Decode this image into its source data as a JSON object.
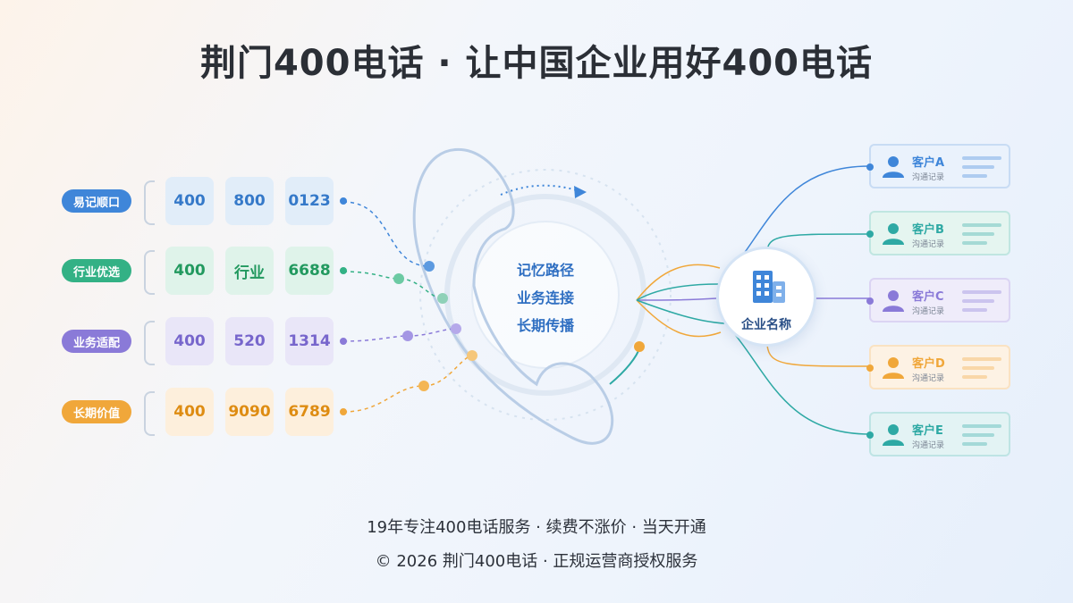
{
  "title": "荆门400电话 · 让中国企业用好400电话",
  "colors": {
    "blue": "#3f86d9",
    "green": "#33b185",
    "purple": "#8a7ad8",
    "orange": "#f0a73a",
    "teal": "#2ea9a4"
  },
  "rows": [
    {
      "label": "易记顺口",
      "numbers": [
        "400",
        "800",
        "0123"
      ],
      "color": "#3f86d9",
      "box_bg": "#e1edf9",
      "text_color": "#3579c9"
    },
    {
      "label": "行业优选",
      "numbers": [
        "400",
        "行业",
        "6688"
      ],
      "color": "#33b185",
      "box_bg": "#dff3ea",
      "text_color": "#22995f"
    },
    {
      "label": "业务适配",
      "numbers": [
        "400",
        "520",
        "1314"
      ],
      "color": "#8a7ad8",
      "box_bg": "#e9e6f8",
      "text_color": "#7766cc"
    },
    {
      "label": "长期价值",
      "numbers": [
        "400",
        "9090",
        "6789"
      ],
      "color": "#f0a73a",
      "box_bg": "#fdefdc",
      "text_color": "#de8c12"
    }
  ],
  "center": [
    "记忆路径",
    "业务连接",
    "长期传播"
  ],
  "hub": {
    "label": "企业名称",
    "icon": "building-icon"
  },
  "customers": [
    {
      "name": "客户A",
      "sub": "沟通记录",
      "color": "#3f86d9",
      "bg": "#eaf2fc"
    },
    {
      "name": "客户B",
      "sub": "沟通记录",
      "color": "#2ea9a4",
      "bg": "#e5f5f0"
    },
    {
      "name": "客户C",
      "sub": "沟通记录",
      "color": "#8a7ad8",
      "bg": "#efecfa"
    },
    {
      "name": "客户D",
      "sub": "沟通记录",
      "color": "#f0a73a",
      "bg": "#fdf2e4"
    },
    {
      "name": "客户E",
      "sub": "沟通记录",
      "color": "#2ea9a4",
      "bg": "#e3f3f4"
    }
  ],
  "footer": {
    "line1": "19年专注400电话服务 · 续费不涨价 · 当天开通",
    "line2": "© 2026 荆门400电话 · 正规运营商授权服务"
  }
}
